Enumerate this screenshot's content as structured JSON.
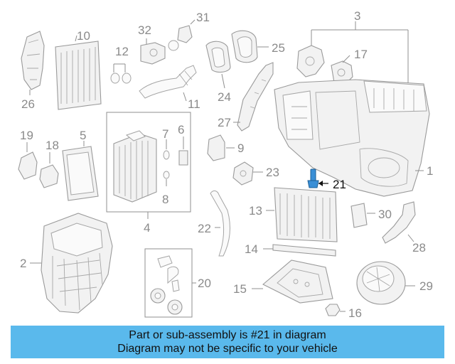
{
  "diagram": {
    "highlight_color": "#3a8fd6",
    "callouts": {
      "c1": "1",
      "c2": "2",
      "c3": "3",
      "c4": "4",
      "c5": "5",
      "c6": "6",
      "c7": "7",
      "c8": "8",
      "c9": "9",
      "c10": "10",
      "c11": "11",
      "c12": "12",
      "c13": "13",
      "c14": "14",
      "c15": "15",
      "c16": "16",
      "c17": "17",
      "c18": "18",
      "c19": "19",
      "c20": "20",
      "c21": "21",
      "c22": "22",
      "c23": "23",
      "c24": "24",
      "c25": "25",
      "c26": "26",
      "c27": "27",
      "c28": "28",
      "c29": "29",
      "c30": "30",
      "c31": "31",
      "c32": "32"
    }
  },
  "banner": {
    "background": "#5ab9ec",
    "line1": "Part or sub-assembly is #21 in diagram",
    "line2": "Diagram may not be specific to your vehicle"
  }
}
